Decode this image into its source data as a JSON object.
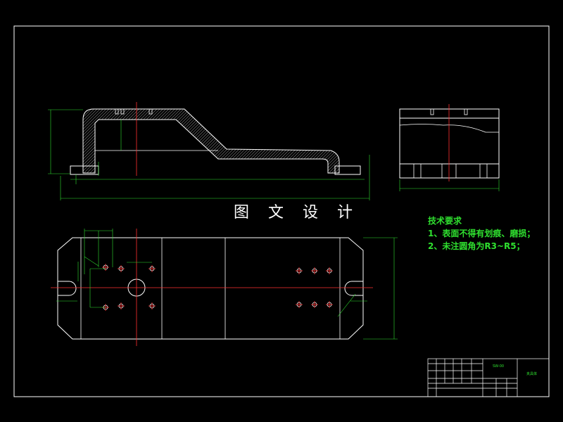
{
  "watermark": "图 文 设 计",
  "tech_requirements": {
    "title": "技术要求",
    "items": [
      "1、表面不得有划痕、磨损；",
      "2、未注圆角为R3~R5；"
    ]
  },
  "title_block": {
    "code": "SW-00",
    "part_name": "夹具体"
  },
  "colors": {
    "frame": "#ffffff",
    "dimension": "#2fe02f",
    "centerline": "#ff3030",
    "hidden": "#ffffff"
  }
}
